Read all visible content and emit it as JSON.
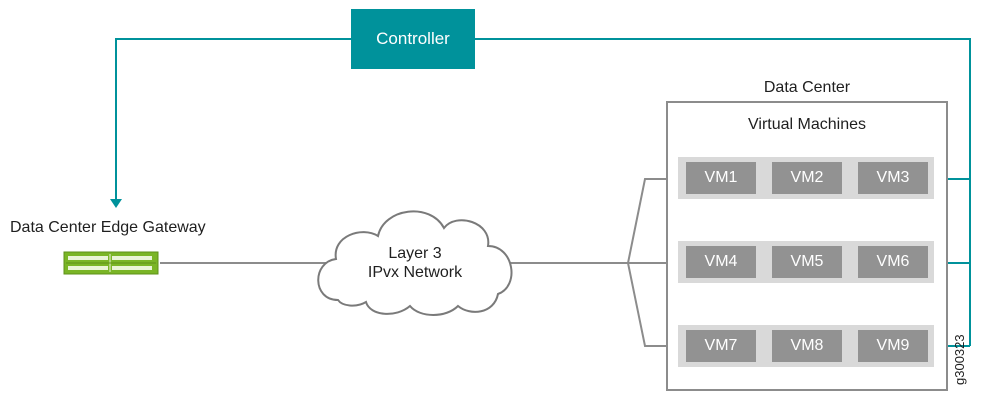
{
  "controller": {
    "label": "Controller"
  },
  "gateway": {
    "label": "Data Center Edge Gateway"
  },
  "network": {
    "line1": "Layer 3",
    "line2": "IPvx Network"
  },
  "datacenter": {
    "title": "Data Center",
    "vm_group_title": "Virtual Machines",
    "rows": [
      [
        "VM1",
        "VM2",
        "VM3"
      ],
      [
        "VM4",
        "VM5",
        "VM6"
      ],
      [
        "VM7",
        "VM8",
        "VM9"
      ]
    ]
  },
  "figure_id": "g300323",
  "colors": {
    "teal": "#00929b",
    "vm_gray": "#929292",
    "row_band": "#d9d9d9",
    "line_gray": "#8c8c8c",
    "gateway_green": "#7ab526"
  }
}
